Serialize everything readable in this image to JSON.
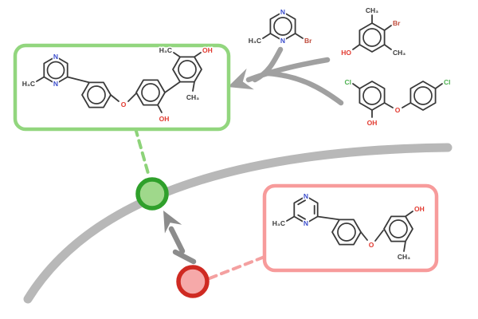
{
  "colors": {
    "background": "#ffffff",
    "arc": "#b8b8b8",
    "merge_arrow": "#a0a0a0",
    "inhibit_arrow": "#8c8c8c",
    "green_border": "#92d67e",
    "green_dash": "#8dd379",
    "green_node_fill": "#9fd88b",
    "green_node_stroke": "#2fa02b",
    "red_border": "#f79b9b",
    "red_dash": "#f4a0a0",
    "red_node_fill": "#f6a9a9",
    "red_node_stroke": "#cf2a22",
    "bond": "#3a3a3a",
    "atom_n": "#3a4ccc",
    "atom_o": "#e23a30",
    "atom_br": "#bf4a3a",
    "atom_cl": "#4db050"
  },
  "molecules": {
    "fragment_pyrazine": {
      "labels": {
        "n_top": "N",
        "n_bottom": "N",
        "methyl": "H₃C",
        "br": "Br"
      }
    },
    "fragment_dimethylphenol": {
      "labels": {
        "ch3_top": "CH₃",
        "br": "Br",
        "ch3_bottom": "CH₃",
        "ho": "HO"
      }
    },
    "fragment_ether": {
      "labels": {
        "cl_left": "Cl",
        "oh": "OH",
        "o": "O",
        "cl_right": "Cl"
      }
    },
    "product": {
      "labels": {
        "n_top": "N",
        "n_bottom": "N",
        "methyl": "H₃C",
        "o": "O",
        "oh_bottom": "OH",
        "ch3_top_left": "H₃C",
        "oh_top_right": "OH",
        "ch3_bottom": "CH₃"
      }
    },
    "lead": {
      "labels": {
        "n_top": "N",
        "n_bottom": "N",
        "methyl": "H₃C",
        "o": "O",
        "oh": "OH",
        "ch3": "CH₃"
      }
    }
  }
}
